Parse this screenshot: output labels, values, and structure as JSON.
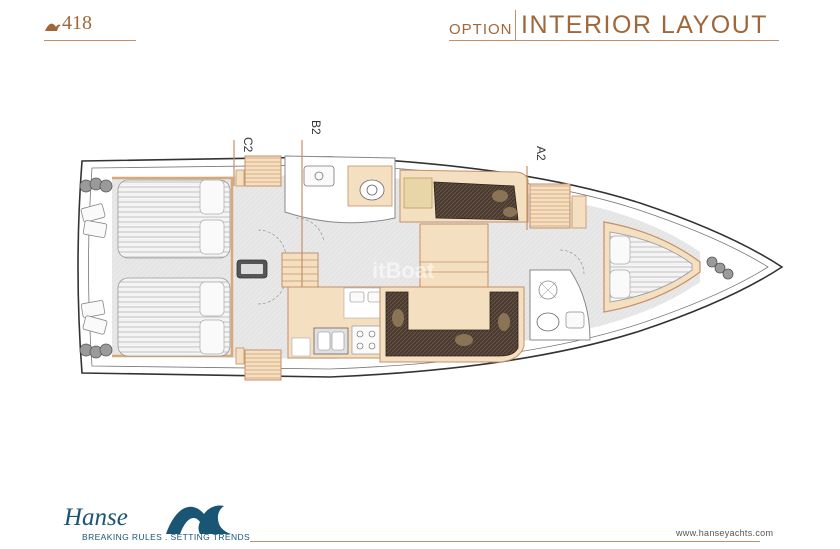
{
  "header": {
    "model": "418",
    "option_label": "OPTION",
    "title": "INTERIOR LAYOUT"
  },
  "section_markers": [
    {
      "label": "C2"
    },
    {
      "label": "B2"
    },
    {
      "label": "A2"
    }
  ],
  "watermark": "itBoat",
  "brand": {
    "name": "Hanse",
    "tagline": "BREAKING RULES . SETTING TRENDS",
    "website": "www.hanseyachts.com"
  },
  "colors": {
    "accent": "#a0673a",
    "wood": "#f4dfc0",
    "floor": "#e6e6e6",
    "hull_outline": "#333333",
    "sofa": "#4a3a30",
    "brand_blue": "#1b5574"
  }
}
